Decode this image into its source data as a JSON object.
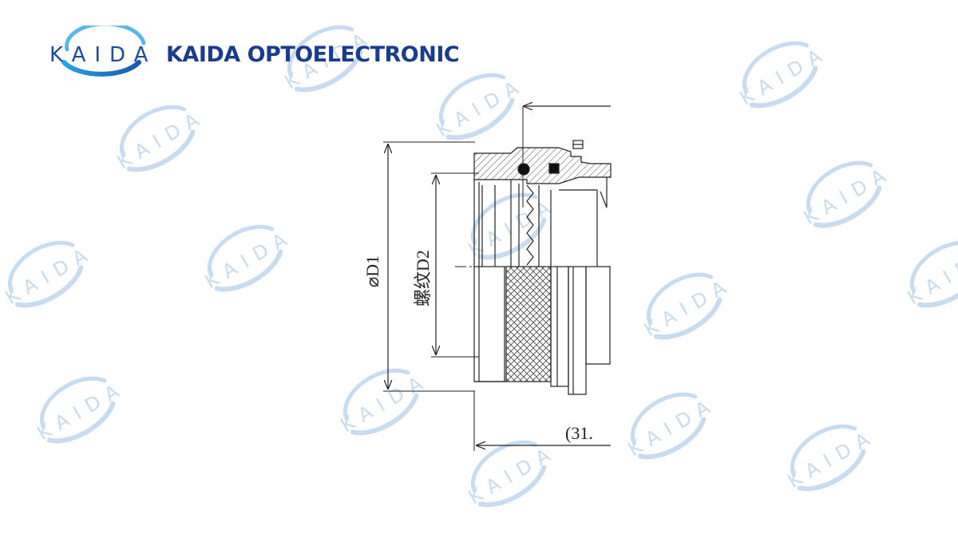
{
  "brand": {
    "logo_letters": "KAIDA",
    "company_name": "KAIDA OPTOELECTRONIC",
    "color": "#1a3c8c"
  },
  "watermark": {
    "text": "KAIDA",
    "color": "#c9dcef"
  },
  "drawing": {
    "labels": {
      "outer_diameter": "⌀D1",
      "thread_diameter": "螺纹D2",
      "length": "(31."
    },
    "line_color": "#222222"
  }
}
